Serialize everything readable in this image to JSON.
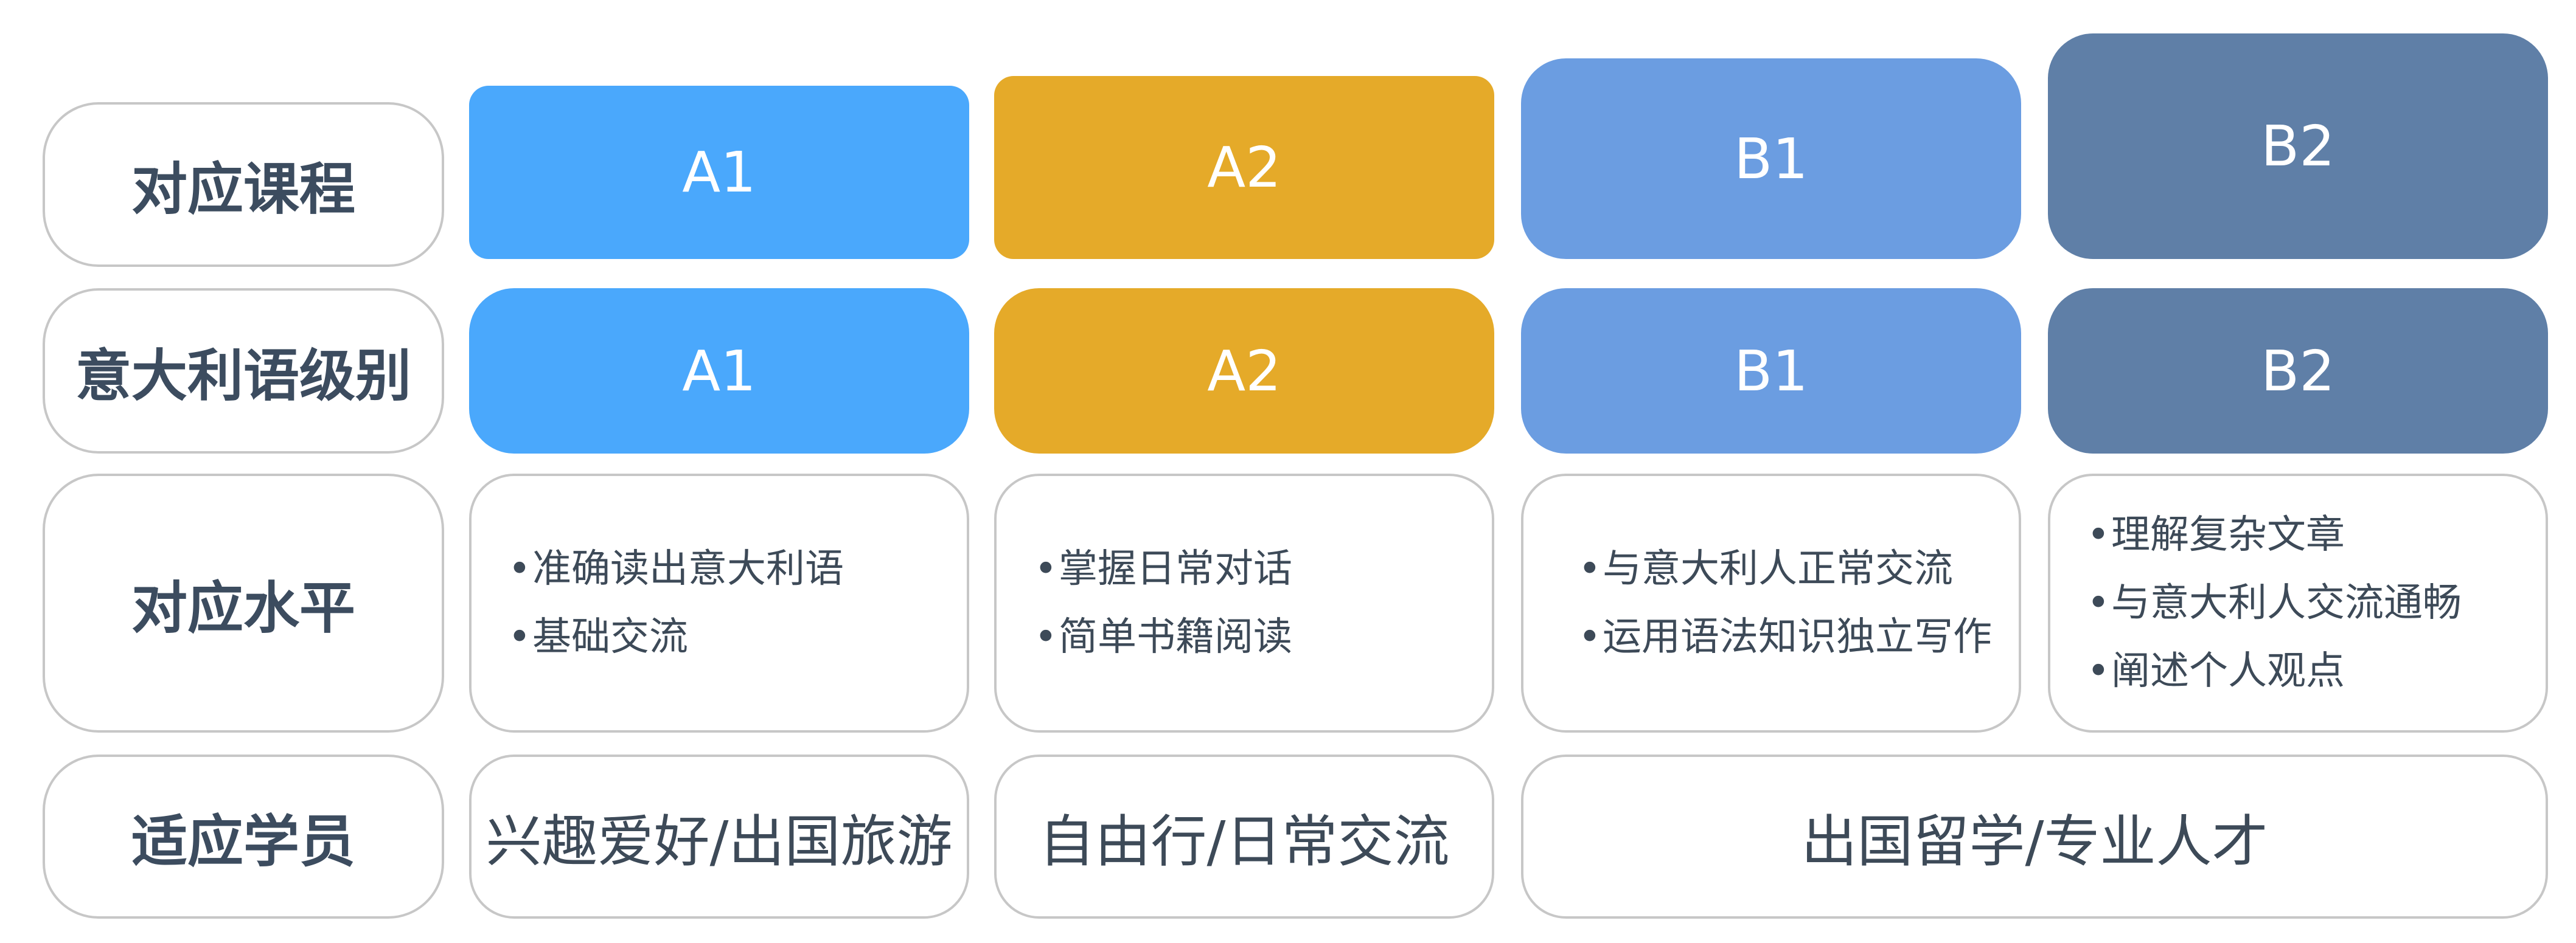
{
  "row_labels": [
    "对应课程",
    "意大利语级别",
    "对应水平",
    "适应学员"
  ],
  "levels": [
    {
      "course": "A1",
      "level": "A1",
      "color": "#4aa8fc",
      "abilities": [
        "准确读出意大利语",
        "基础交流"
      ]
    },
    {
      "course": "A2",
      "level": "A2",
      "color": "#e5aa29",
      "abilities": [
        "掌握日常对话",
        "简单书籍阅读"
      ]
    },
    {
      "course": "B1",
      "level": "B1",
      "color": "#6b9de1",
      "abilities": [
        "与意大利人正常交流",
        "运用语法知识独立写作"
      ]
    },
    {
      "course": "B2",
      "level": "B2",
      "color": "#5f7fa7",
      "abilities": [
        "理解复杂文章",
        "与意大利人交流通畅",
        "阐述个人观点"
      ]
    }
  ],
  "audiences": [
    "兴趣爱好/出国旅游",
    "自由行/日常交流",
    "出国留学/专业人才"
  ]
}
